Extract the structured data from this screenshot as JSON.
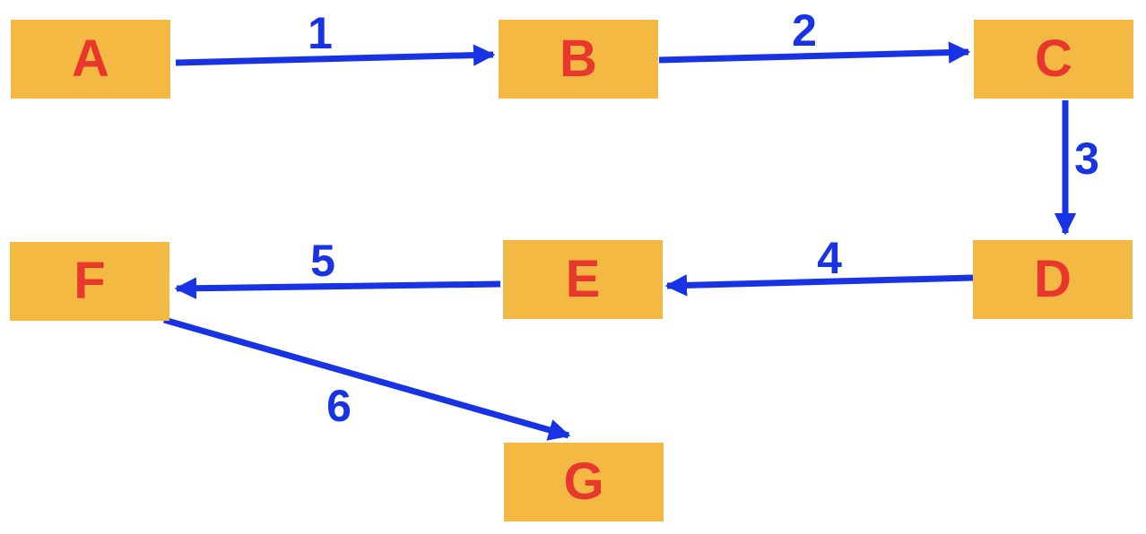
{
  "diagram": {
    "type": "directed-graph",
    "nodes": [
      {
        "id": "A",
        "label": "A"
      },
      {
        "id": "B",
        "label": "B"
      },
      {
        "id": "C",
        "label": "C"
      },
      {
        "id": "D",
        "label": "D"
      },
      {
        "id": "E",
        "label": "E"
      },
      {
        "id": "F",
        "label": "F"
      },
      {
        "id": "G",
        "label": "G"
      }
    ],
    "edges": [
      {
        "label": "1",
        "from": "A",
        "to": "B"
      },
      {
        "label": "2",
        "from": "B",
        "to": "C"
      },
      {
        "label": "3",
        "from": "C",
        "to": "D"
      },
      {
        "label": "4",
        "from": "D",
        "to": "E"
      },
      {
        "label": "5",
        "from": "E",
        "to": "F"
      },
      {
        "label": "6",
        "from": "F",
        "to": "G"
      }
    ],
    "colors": {
      "node_fill": "#F4B942",
      "node_text": "#E8382E",
      "arrow": "#1733E3"
    }
  }
}
